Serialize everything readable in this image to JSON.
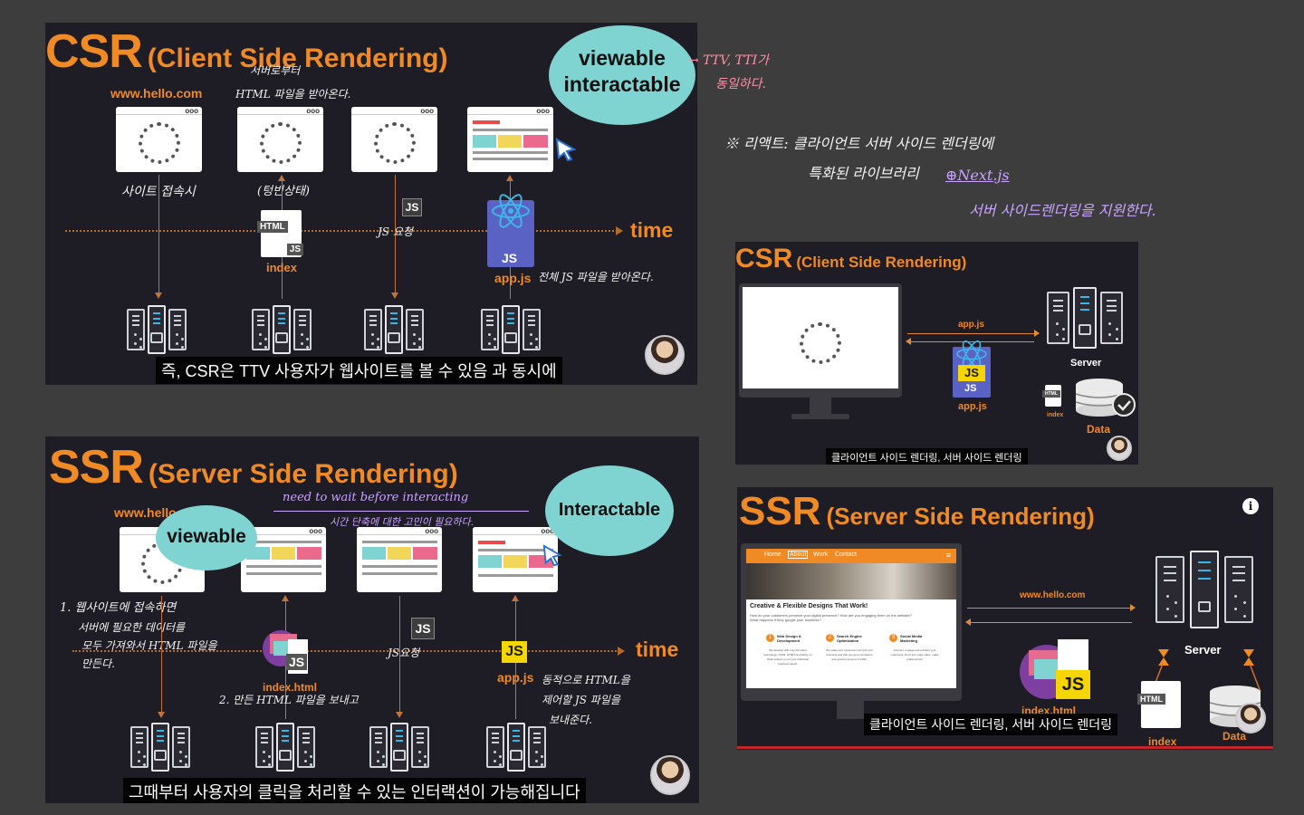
{
  "slide1": {
    "title_big": "CSR",
    "title_small": "(Client Side Rendering)",
    "url": "www.hello.com",
    "note_server": "서버로부터",
    "note_html": "HTML 파일을 받아온다.",
    "note_site": "사이트 접속시",
    "note_empty": "(텅빈상태)",
    "note_js_req": "JS 요청",
    "note_appjs": "전체 JS 파일을 받아온다.",
    "html_tag": "HTML",
    "js_tag": "JS",
    "index_label": "index",
    "js_small": "JS",
    "appjs_label": "app.js",
    "time_label": "time",
    "bubble": "viewable\ninteractable",
    "caption": "즉, CSR은 TTV 사용자가 웹사이트를 볼 수 있음 과 동시에",
    "browser_dots": "ooo"
  },
  "notes": {
    "ttv_line1": "→ TTV, TTI가",
    "ttv_line2": "동일하다.",
    "react_line1": "※ 리액트: 클라이언트 서버 사이드 렌더링에",
    "react_line2": "특화된 라이브러리",
    "nextjs": "⊕Next.js",
    "nextjs_desc": "서버 사이드렌더링을 지원한다."
  },
  "slide2": {
    "title_big": "SSR",
    "title_small": "(Server Side Rendering)",
    "url": "www.hello",
    "viewable": "viewable",
    "interactable": "Interactable",
    "note_wait": "need to wait before interacting",
    "note_wait2": "시간 단축에 대한 고민이 필요하다.",
    "note_step1_a": "1. 웹사이트에 접속하면",
    "note_step1_b": "서버에 필요한 데이터를",
    "note_step1_c": "모두 가져와서 HTML 파일을",
    "note_step1_d": "만든다.",
    "note_step2": "2. 만든 HTML 파일을 보내고",
    "note_js_req": "JS요청",
    "note_dynamic_a": "동적으로 HTML을",
    "note_dynamic_b": "제어할 JS 파일을",
    "note_dynamic_c": "보내준다.",
    "js_tag": "JS",
    "index_label": "index.html",
    "js_box": "JS",
    "js_badge": "JS",
    "appjs_label": "app.js",
    "time_label": "time",
    "caption": "그때부터 사용자의 클릭을 처리할 수 있는 인터랙션이 가능해집니다",
    "browser_dots": "ooo"
  },
  "slide3": {
    "title_big": "CSR",
    "title_small": "(Client Side Rendering)",
    "appjs_arrow": "app.js",
    "js_a": "JS",
    "js_b": "JS",
    "appjs_label": "app.js",
    "server_label": "Server",
    "data_label": "Data",
    "html_tag": "HTML",
    "index_label": "index",
    "caption": "클라이언트 사이드 렌더링, 서버 사이드 렌더링"
  },
  "slide4": {
    "title_big": "SSR",
    "title_small": "(Server Side Rendering)",
    "info_icon": "i",
    "nav": [
      "Home",
      "About",
      "Work",
      "Contact"
    ],
    "hero_title": "Creative & Flexible Designs That Work!",
    "hero_sub": "How do your customers perceive your digital presence? How are you engaging them on the website? What happens if they google your business?",
    "features": [
      {
        "num": "1",
        "title": "Web Design & Development",
        "desc": "We develop with only the latest technology. CSS3, HTML5 and Ruby on Rails subject to our your individual business needs."
      },
      {
        "num": "2",
        "title": "Search Engine Optimization",
        "desc": "We make sure customers can find your business and that you get a consistent and growing amount of traffic."
      },
      {
        "num": "3",
        "title": "Social Media Marketing",
        "desc": "Connect, engage and enchant your customers. Don't just make sales, make relationships!"
      }
    ],
    "url_arrow": "www.hello.com",
    "js_badge": "JS",
    "index_label": "index.html",
    "server_label": "Server",
    "html_tag": "HTML",
    "index_small": "index",
    "data_label": "Data",
    "caption": "클라이언트 사이드 렌더링, 서버 사이드 렌더링"
  }
}
